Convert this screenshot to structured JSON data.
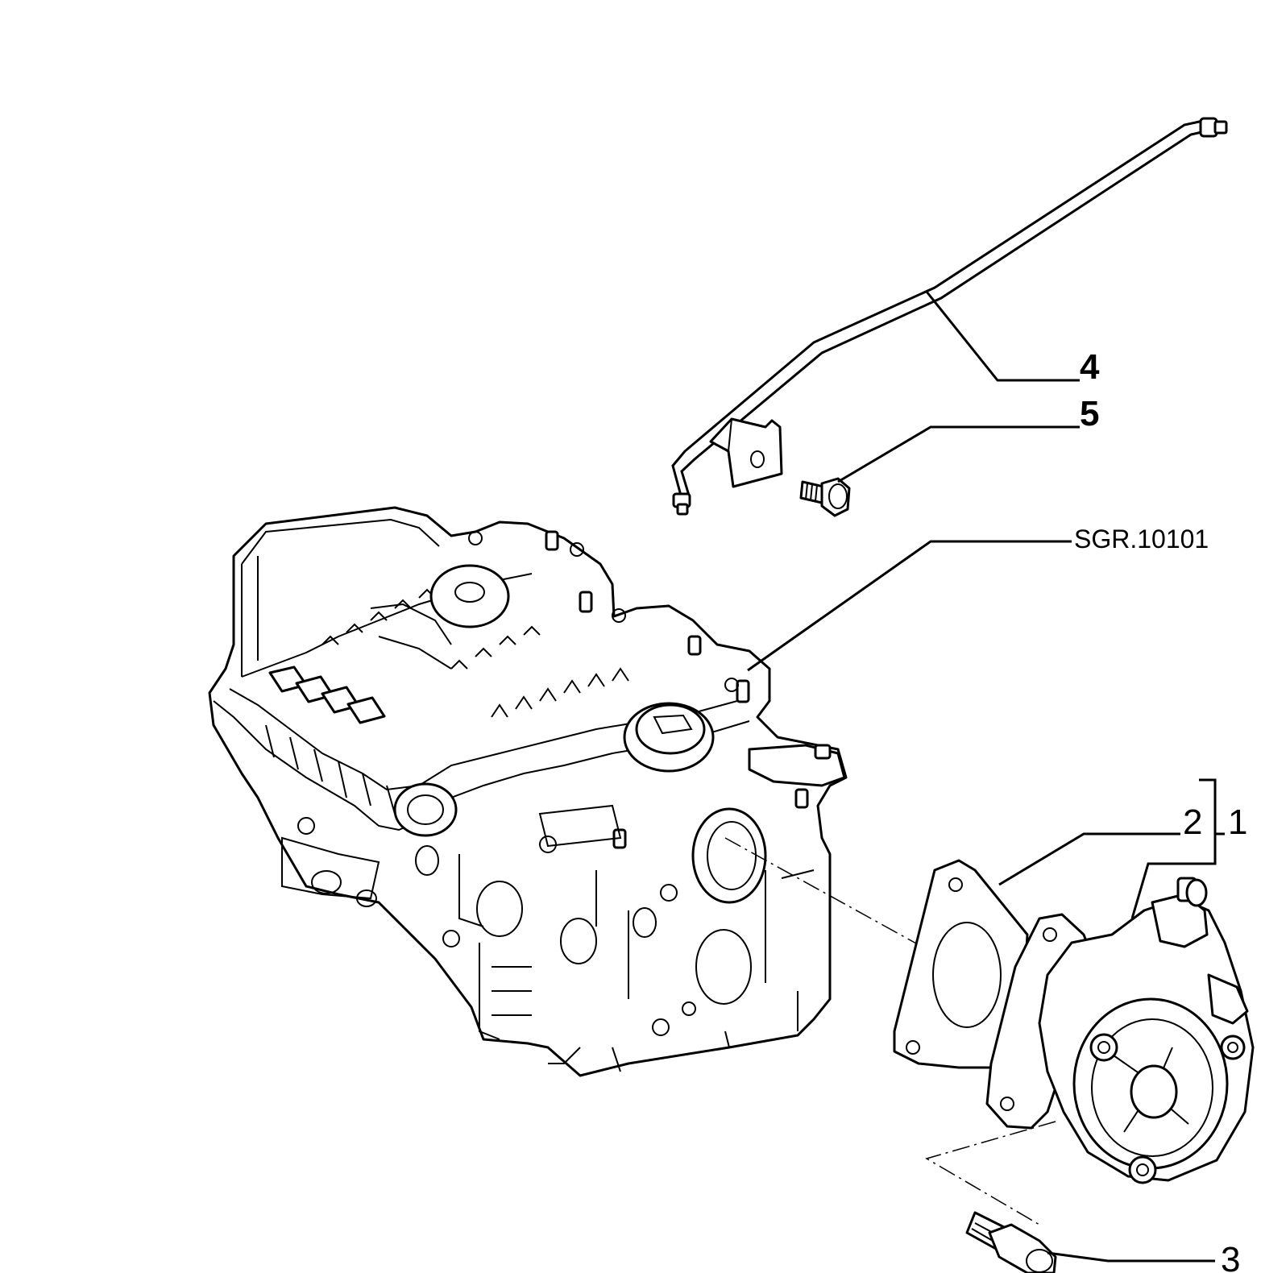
{
  "callouts": {
    "c1": "1",
    "c2": "2",
    "c3": "3",
    "c4": "4",
    "c5": "5",
    "ref": "SGR.10101"
  }
}
